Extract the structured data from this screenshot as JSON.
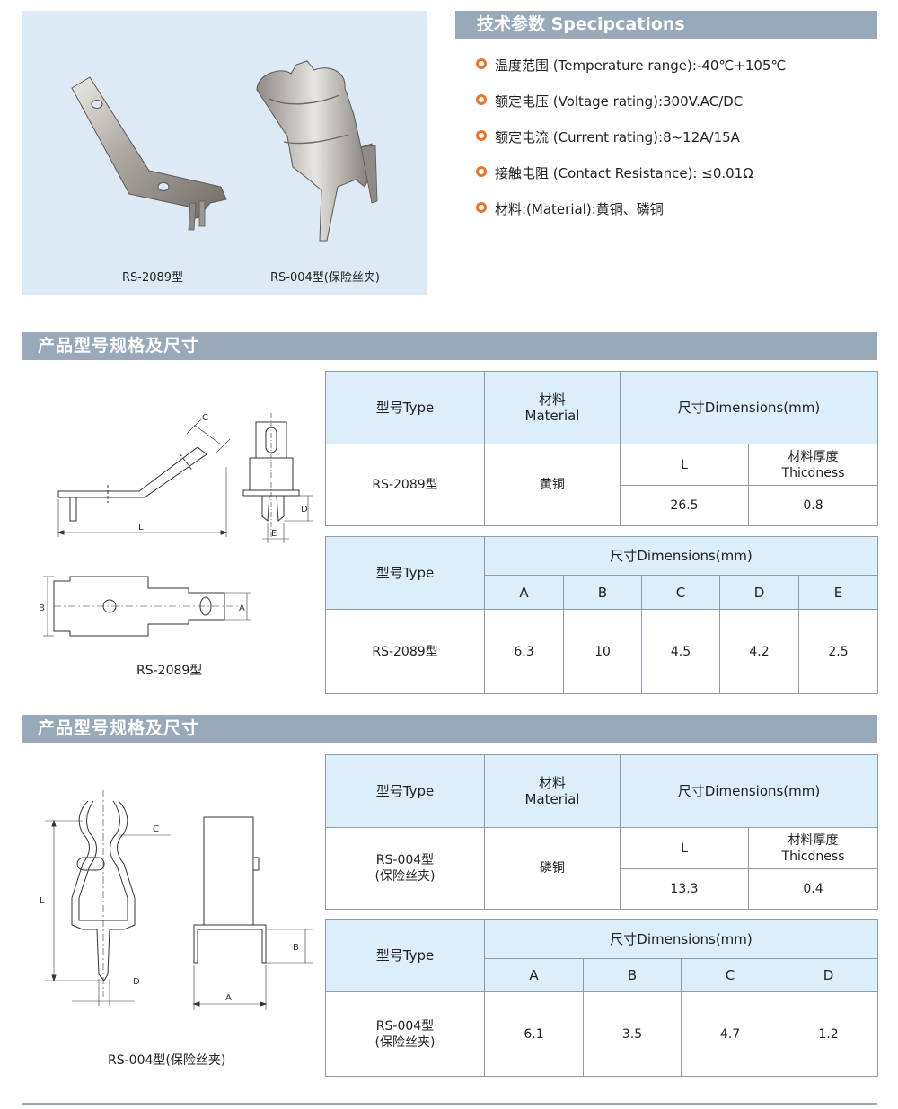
{
  "photos": {
    "caption_left": "RS-2089型",
    "caption_right": "RS-004型(保险丝夹)"
  },
  "specs": {
    "title": "技术参数 Specipcations",
    "items": [
      "温度范围 (Temperature range):-40℃+105℃",
      "额定电压 (Voltage rating):300V.AC/DC",
      "额定电流 (Current rating):8~12A/15A",
      "接触电阻 (Contact Resistance): ≤0.01Ω",
      "材料:(Material):黄铜、磷铜"
    ],
    "bullet_color": "#e8762d"
  },
  "section1": {
    "title": "产品型号规格及尺寸",
    "drawing_caption": "RS-2089型",
    "dim_labels": {
      "L": "L",
      "C": "C",
      "D": "D",
      "E": "E",
      "A": "A",
      "B": "B"
    },
    "table1": {
      "type_header": "型号Type",
      "material_header_cn": "材料",
      "material_header_en": "Material",
      "dimensions_header": "尺寸Dimensions(mm)",
      "col_L": "L",
      "thick_cn": "材料厚度",
      "thick_en": "Thicdness",
      "model": "RS-2089型",
      "material": "黄铜",
      "L": "26.5",
      "thickness": "0.8"
    },
    "table2": {
      "type_header": "型号Type",
      "dimensions_header": "尺寸Dimensions(mm)",
      "cols": [
        "A",
        "B",
        "C",
        "D",
        "E"
      ],
      "model": "RS-2089型",
      "values": [
        "6.3",
        "10",
        "4.5",
        "4.2",
        "2.5"
      ]
    }
  },
  "section2": {
    "title": "产品型号规格及尺寸",
    "drawing_caption": "RS-004型(保险丝夹)",
    "dim_labels": {
      "L": "L",
      "C": "C",
      "D": "D",
      "A": "A",
      "B": "B"
    },
    "table1": {
      "type_header": "型号Type",
      "material_header_cn": "材料",
      "material_header_en": "Material",
      "dimensions_header": "尺寸Dimensions(mm)",
      "col_L": "L",
      "thick_cn": "材料厚度",
      "thick_en": "Thicdness",
      "model_line1": "RS-004型",
      "model_line2": "(保险丝夹)",
      "material": "磷铜",
      "L": "13.3",
      "thickness": "0.4"
    },
    "table2": {
      "type_header": "型号Type",
      "dimensions_header": "尺寸Dimensions(mm)",
      "cols": [
        "A",
        "B",
        "C",
        "D"
      ],
      "model_line1": "RS-004型",
      "model_line2": "(保险丝夹)",
      "values": [
        "6.1",
        "3.5",
        "4.7",
        "1.2"
      ]
    }
  },
  "colors": {
    "header_bar": "#98a9b9",
    "table_header_bg": "#dceefa",
    "photo_bg": "#dde9f5",
    "border": "#8e9aa6"
  }
}
